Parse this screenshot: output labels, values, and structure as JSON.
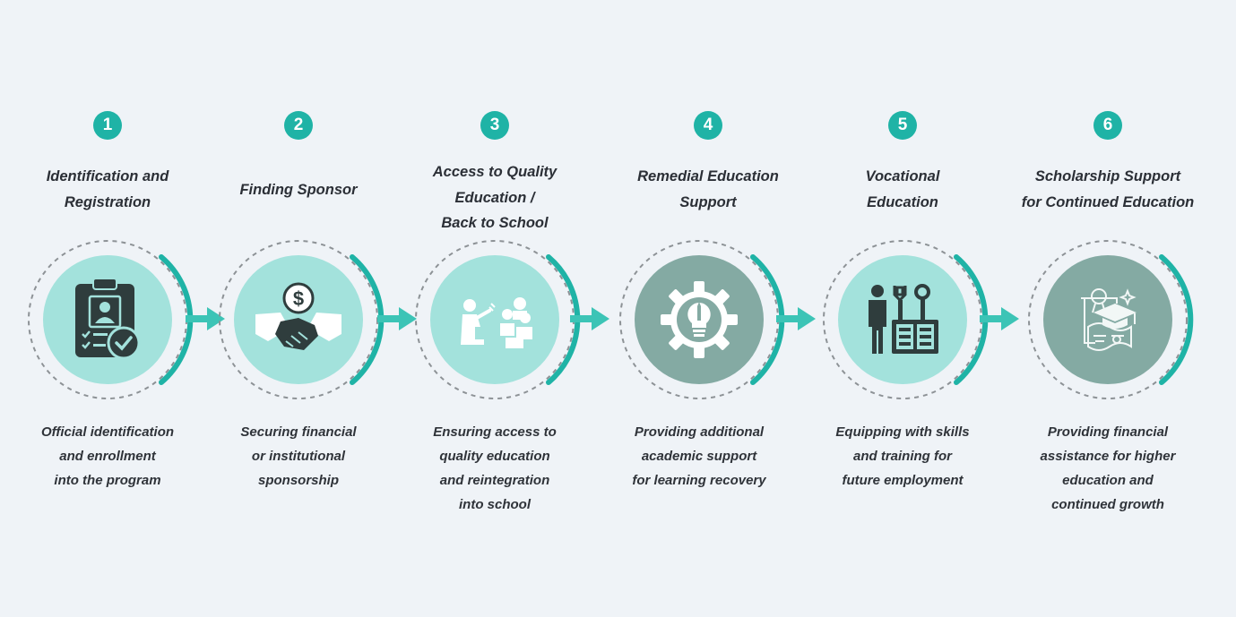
{
  "colors": {
    "accent": "#1fb3a6",
    "light_disc": "#a3e2dc",
    "gray_disc": "#84aaa3",
    "icon_dark": "#2f3d3d",
    "background": "#eff3f7"
  },
  "steps": [
    {
      "number": "1",
      "title": "Identification and\nRegistration",
      "description": "Official identification\nand enrollment\ninto the program",
      "icon": "clipboard-id-check-icon",
      "disc": "light"
    },
    {
      "number": "2",
      "title": "Finding Sponsor",
      "description": "Securing financial\nor institutional\nsponsorship",
      "icon": "handshake-dollar-icon",
      "disc": "light"
    },
    {
      "number": "3",
      "title": "Access to Quality\nEducation /\nBack to School",
      "description": "Ensuring access to\nquality education\nand reintegration\ninto school",
      "icon": "teacher-students-icon",
      "disc": "light"
    },
    {
      "number": "4",
      "title": "Remedial Education\nSupport",
      "description": "Providing additional\nacademic support\nfor learning recovery",
      "icon": "gear-lightbulb-pencil-icon",
      "disc": "gray"
    },
    {
      "number": "5",
      "title": "Vocational\nEducation",
      "description": "Equipping with skills\nand training for\nfuture employment",
      "icon": "worker-tools-book-icon",
      "disc": "light"
    },
    {
      "number": "6",
      "title": "Scholarship Support\nfor Continued Education",
      "description": "Providing financial\nassistance for higher\neducation and\ncontinued growth",
      "icon": "graduation-cap-diploma-icon",
      "disc": "gray"
    }
  ]
}
